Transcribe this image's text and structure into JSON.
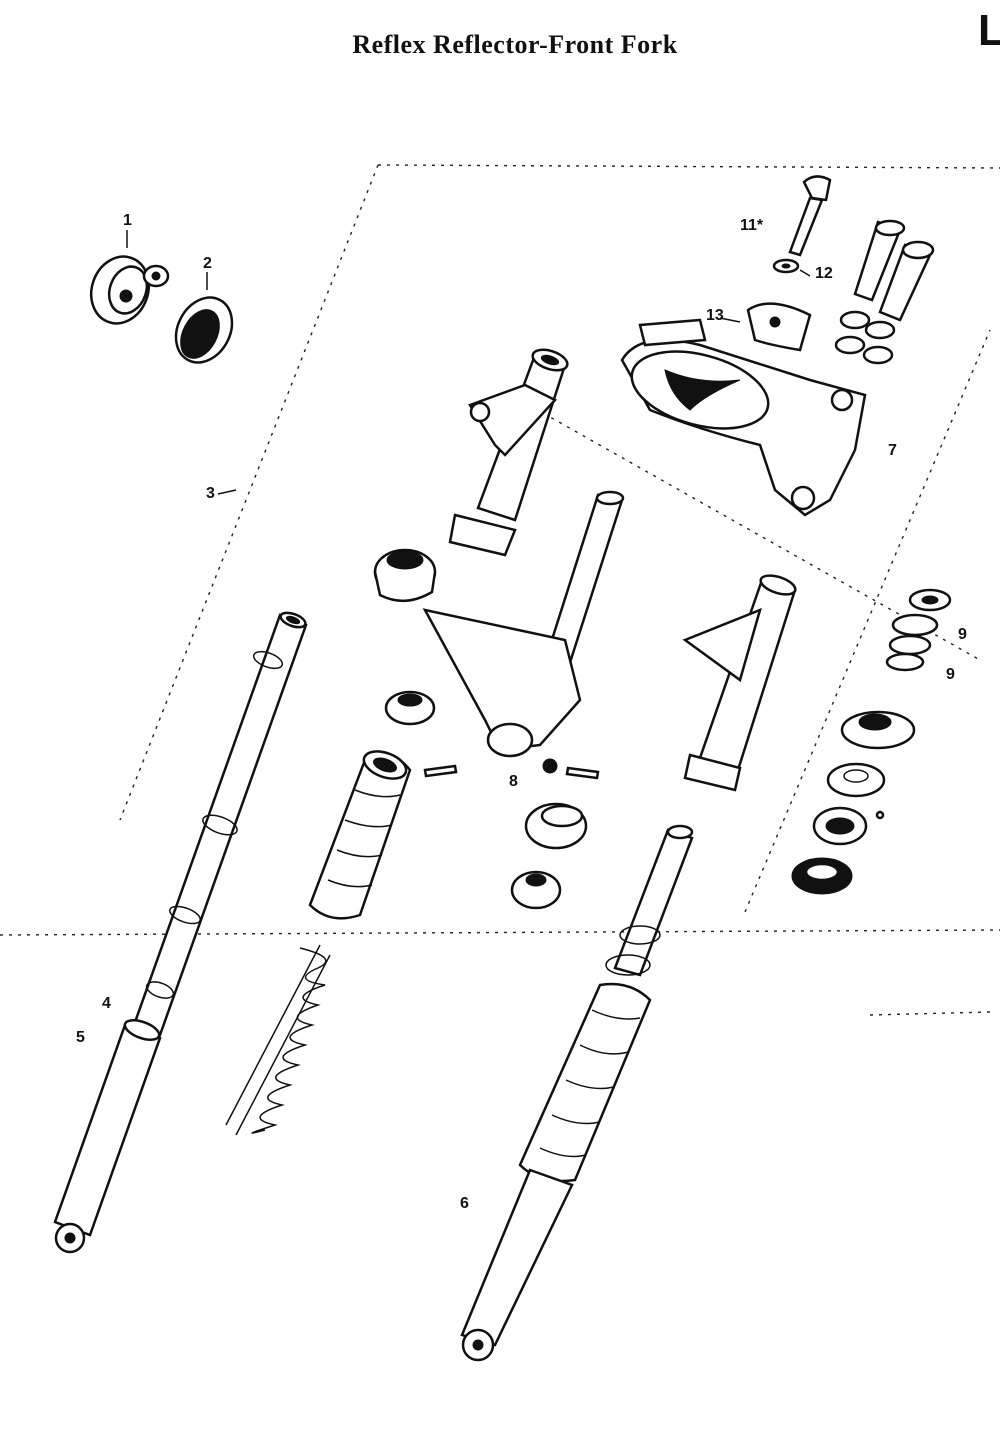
{
  "title": "Reflex Reflector-Front Fork",
  "corner_mark": "L",
  "callouts": {
    "c1": "1",
    "c2": "2",
    "c3": "3",
    "c4": "4",
    "c5": "5",
    "c6": "6",
    "c7": "7",
    "c8": "8",
    "c9a": "9",
    "c9b": "9",
    "c11": "11*",
    "c12": "12",
    "c13": "13"
  },
  "colors": {
    "ink": "#111111",
    "paper": "#ffffff"
  }
}
